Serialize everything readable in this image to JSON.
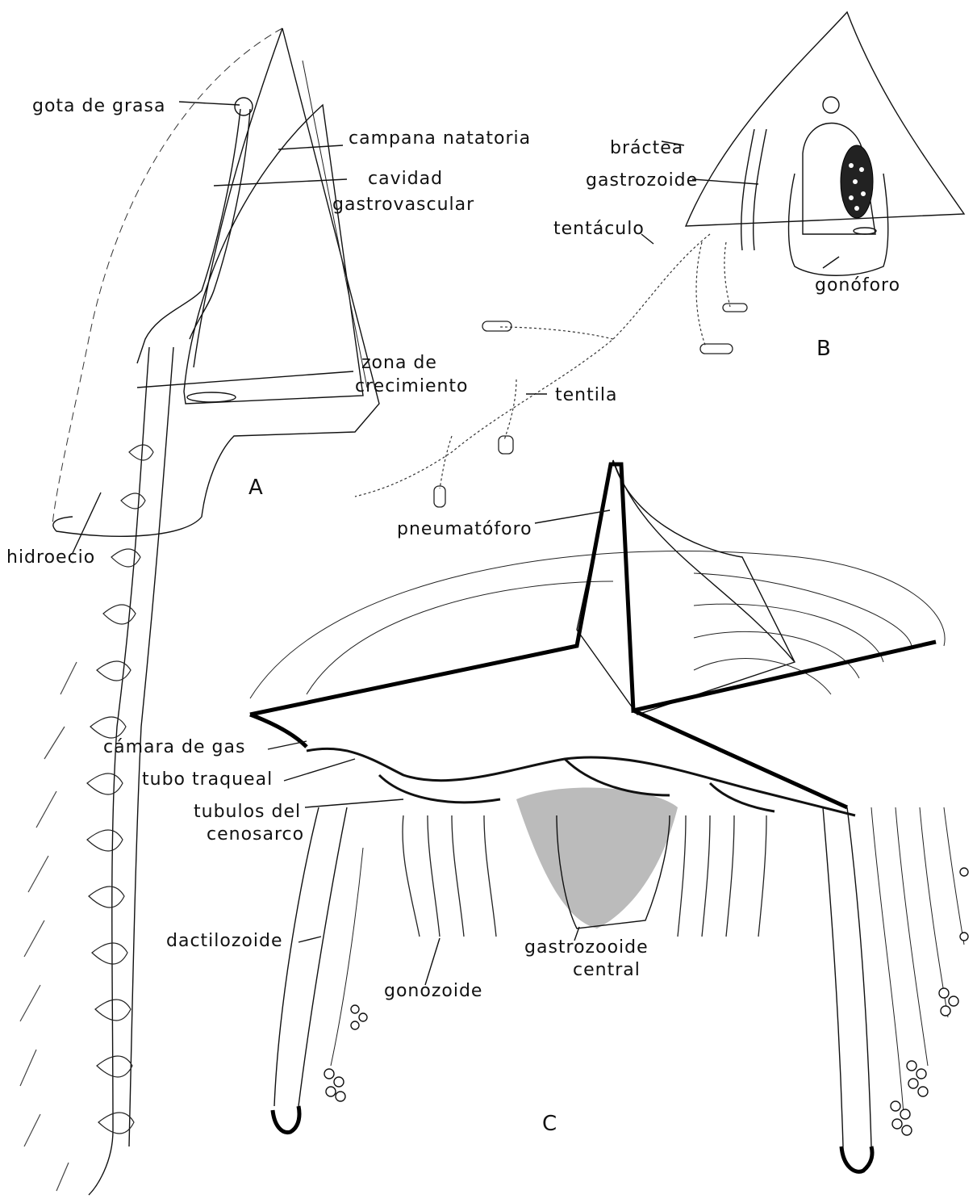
{
  "figure": {
    "panel_labels": {
      "a": "A",
      "b": "B",
      "c": "C"
    },
    "labels_a": {
      "gota_de_grasa": "gota de grasa",
      "campana_natatoria": "campana natatoria",
      "cavidad_1": "cavidad",
      "cavidad_2": "gastrovascular",
      "zona_1": "zona de",
      "zona_2": "crecimiento",
      "hidroecio": "hidroecio"
    },
    "labels_b": {
      "bractea": "bráctea",
      "gastrozoide": "gastrozoide",
      "tentaculo": "tentáculo",
      "gonoforo": "gonóforo",
      "tentila": "tentila"
    },
    "labels_c": {
      "pneumatoforo": "pneumatóforo",
      "camara_de_gas": "cámara de gas",
      "tubo_traqueal": "tubo traqueal",
      "tubulos_1": "tubulos del",
      "tubulos_2": "cenosarco",
      "dactilozoide": "dactilozoide",
      "gonozoide": "gonozoide",
      "gastrozooide_1": "gastrozooide",
      "gastrozooide_2": "central"
    }
  }
}
